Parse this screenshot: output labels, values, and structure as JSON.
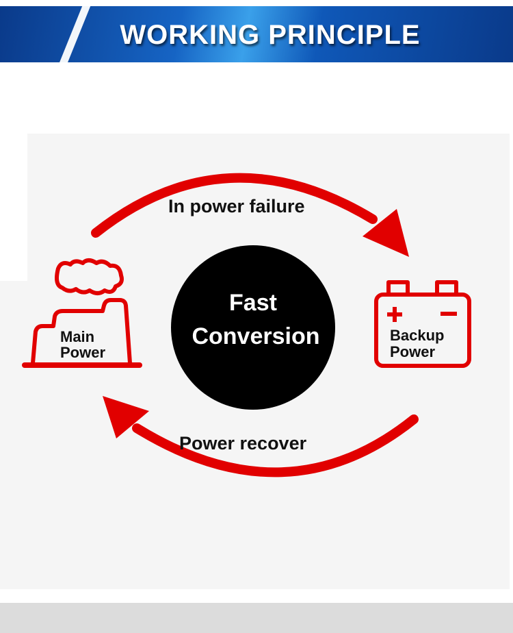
{
  "header": {
    "title": "WORKING PRINCIPLE"
  },
  "diagram": {
    "top_arrow_label": "In power failure",
    "bottom_arrow_label": "Power recover",
    "center": {
      "line1": "Fast",
      "line2": "Conversion"
    },
    "left_node": {
      "line1": "Main",
      "line2": "Power",
      "icon": "factory-icon"
    },
    "right_node": {
      "line1": "Backup",
      "line2": "Power",
      "icon": "battery-icon"
    }
  },
  "colors": {
    "accent": "#e10000",
    "banner": "#1664c4",
    "center": "#000000"
  }
}
